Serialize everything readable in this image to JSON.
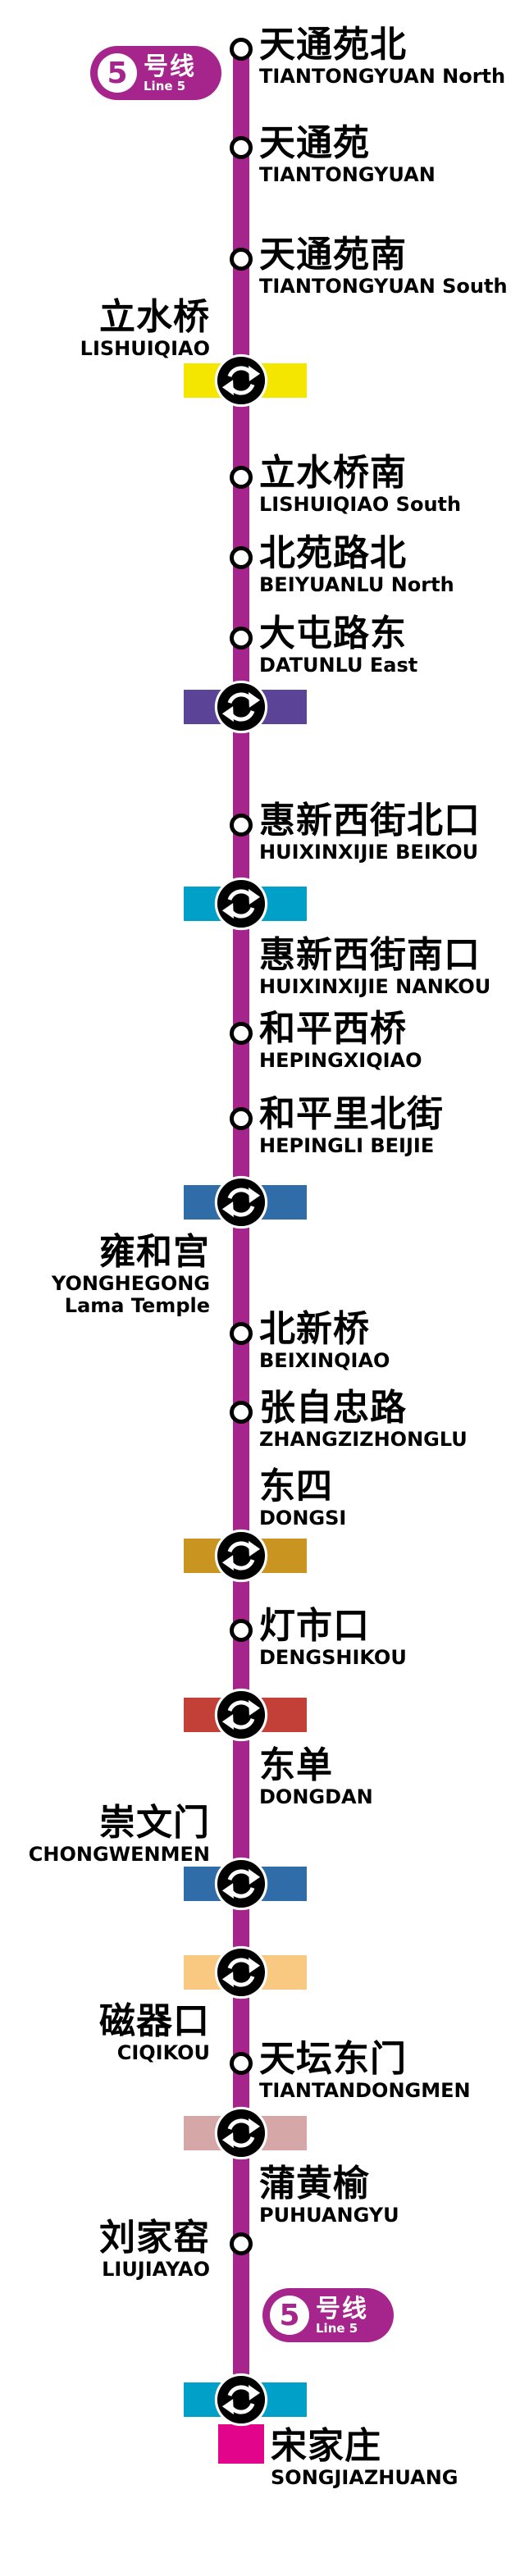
{
  "badge": {
    "line_number": "5",
    "line_suffix_zh": "号线",
    "line_name_en": "Line 5"
  },
  "colors": {
    "line5": "#A5258C",
    "yellow": "#F5E600",
    "violet": "#5B4397",
    "cyan": "#00A0C8",
    "blue": "#2F6CA8",
    "gold": "#C9941F",
    "red": "#C24038",
    "peach": "#F9C981",
    "pink": "#D5A7A7",
    "yizhuang": "#E2058C"
  },
  "stations": [
    {
      "name_zh": "天通苑北",
      "name_en": "TIANTONGYUAN North",
      "marker": "circle"
    },
    {
      "name_zh": "天通苑",
      "name_en": "TIANTONGYUAN",
      "marker": "circle"
    },
    {
      "name_zh": "天通苑南",
      "name_en": "TIANTONGYUAN South",
      "marker": "circle"
    },
    {
      "name_zh": "立水桥",
      "name_en": "LISHUIQIAO",
      "marker": "interchange",
      "transfer_color": "#F5E600"
    },
    {
      "name_zh": "立水桥南",
      "name_en": "LISHUIQIAO South",
      "marker": "circle"
    },
    {
      "name_zh": "北苑路北",
      "name_en": "BEIYUANLU North",
      "marker": "circle"
    },
    {
      "name_zh": "大屯路东",
      "name_en": "DATUNLU East",
      "marker": "interchange",
      "transfer_color": "#5B4397"
    },
    {
      "name_zh": "惠新西街北口",
      "name_en": "HUIXINXIJIE BEIKOU",
      "marker": "circle"
    },
    {
      "name_zh": "惠新西街南口",
      "name_en": "HUIXINXIJIE NANKOU",
      "marker": "interchange",
      "transfer_color": "#00A0C8"
    },
    {
      "name_zh": "和平西桥",
      "name_en": "HEPINGXIQIAO",
      "marker": "circle"
    },
    {
      "name_zh": "和平里北街",
      "name_en": "HEPINGLI BEIJIE",
      "marker": "circle"
    },
    {
      "name_zh": "雍和宫",
      "name_en": "YONGHEGONG",
      "name_en2": "Lama Temple",
      "marker": "interchange",
      "transfer_color": "#2F6CA8"
    },
    {
      "name_zh": "北新桥",
      "name_en": "BEIXINQIAO",
      "marker": "circle"
    },
    {
      "name_zh": "张自忠路",
      "name_en": "ZHANGZIZHONGLU",
      "marker": "circle"
    },
    {
      "name_zh": "东四",
      "name_en": "DONGSI",
      "marker": "interchange",
      "transfer_color": "#C9941F"
    },
    {
      "name_zh": "灯市口",
      "name_en": "DENGSHIKOU",
      "marker": "circle"
    },
    {
      "name_zh": "东单",
      "name_en": "DONGDAN",
      "marker": "interchange",
      "transfer_color": "#C24038"
    },
    {
      "name_zh": "崇文门",
      "name_en": "CHONGWENMEN",
      "marker": "interchange",
      "transfer_color": "#2F6CA8"
    },
    {
      "name_zh": "磁器口",
      "name_en": "CIQIKOU",
      "marker": "interchange",
      "transfer_color": "#F9C981"
    },
    {
      "name_zh": "天坛东门",
      "name_en": "TIANTANDONGMEN",
      "marker": "circle"
    },
    {
      "name_zh": "蒲黄榆",
      "name_en": "PUHUANGYU",
      "marker": "interchange",
      "transfer_color": "#D5A7A7"
    },
    {
      "name_zh": "刘家窑",
      "name_en": "LIUJIAYAO",
      "marker": "circle"
    },
    {
      "name_zh": "宋家庄",
      "name_en": "SONGJIAZHUANG",
      "marker": "interchange",
      "transfer_color": "#00A0C8"
    }
  ]
}
